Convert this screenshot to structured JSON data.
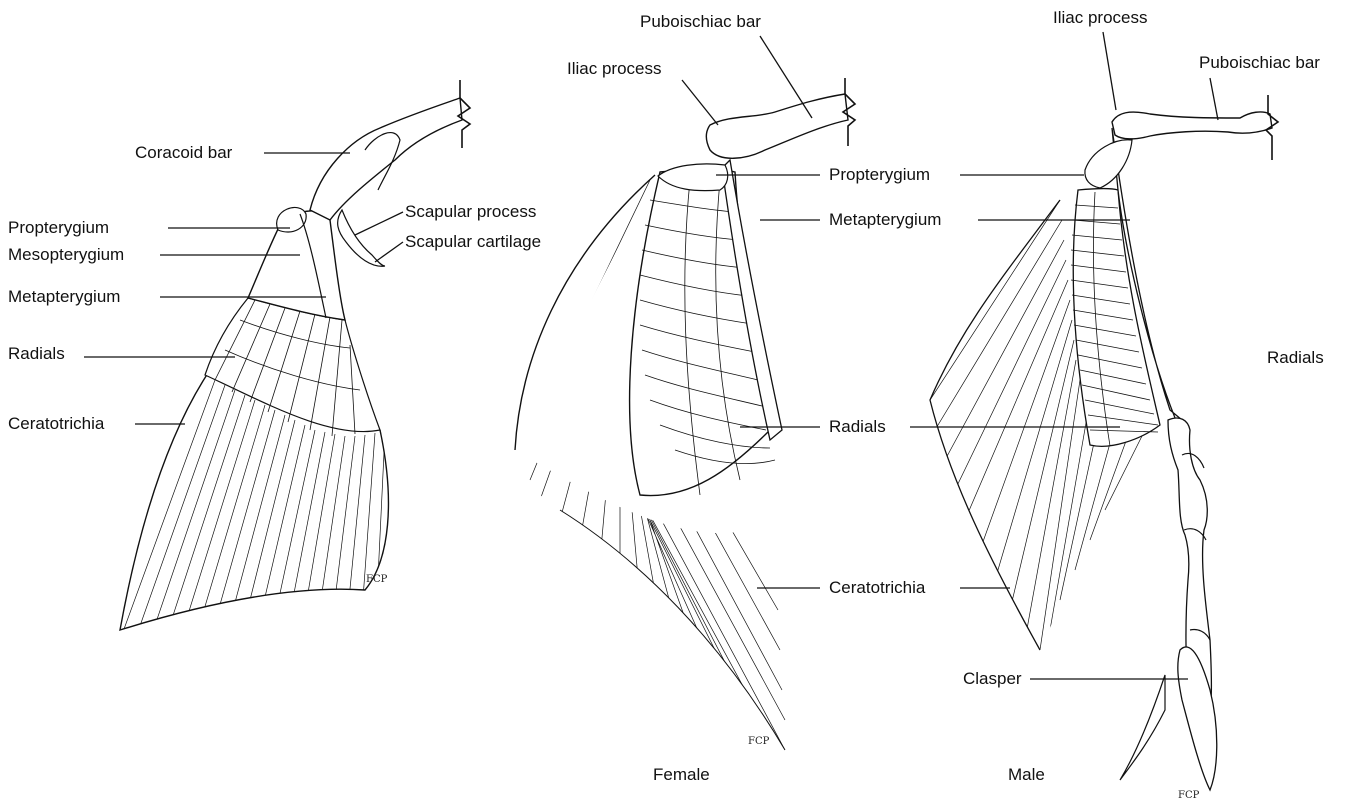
{
  "colors": {
    "ink": "#111111",
    "bone": "#ffffff",
    "stipple": "#555555"
  },
  "left_fin": {
    "labels": {
      "coracoid_bar": "Coracoid bar",
      "propterygium": "Propterygium",
      "mesopterygium": "Mesopterygium",
      "metapterygium": "Metapterygium",
      "radials": "Radials",
      "ceratotrichia": "Ceratotrichia",
      "scapular_process": "Scapular process",
      "scapular_cartilage": "Scapular cartilage"
    },
    "signature": "FCP"
  },
  "female": {
    "caption": "Female",
    "labels": {
      "puboischiac_bar": "Puboischiac bar",
      "iliac_process": "Iliac process",
      "propterygium": "Propterygium",
      "metapterygium": "Metapterygium",
      "radials": "Radials",
      "ceratotrichia": "Ceratotrichia"
    },
    "signature": "FCP"
  },
  "male": {
    "caption": "Male",
    "labels": {
      "iliac_process": "Iliac process",
      "puboischiac_bar": "Puboischiac bar",
      "radials": "Radials",
      "clasper": "Clasper"
    },
    "signature": "FCP"
  }
}
